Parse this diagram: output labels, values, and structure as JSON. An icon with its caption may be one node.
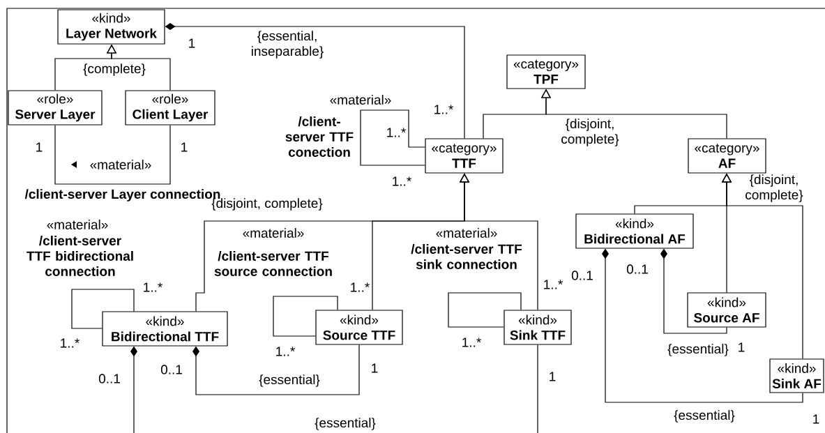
{
  "diagram": {
    "nodes": [
      {
        "text": [
          "«kind»",
          "Layer Network"
        ]
      },
      {
        "text": [
          "«role»",
          "Server Layer"
        ]
      },
      {
        "text": [
          "«role»",
          "Client Layer"
        ]
      },
      {
        "text": [
          "«category»",
          "TPF"
        ]
      },
      {
        "text": [
          "«category»",
          "TTF"
        ]
      },
      {
        "text": [
          "«category»",
          "AF"
        ]
      },
      {
        "text": [
          "«kind»",
          "Bidirectional AF"
        ]
      },
      {
        "text": [
          "«kind»",
          "Bidirectional TTF"
        ]
      },
      {
        "text": [
          "«kind»",
          "Source TTF"
        ]
      },
      {
        "text": [
          "«kind»",
          "Sink TTF"
        ]
      },
      {
        "text": [
          "«kind»",
          "Source AF"
        ]
      },
      {
        "text": [
          "«kind»",
          "Sink AF"
        ]
      }
    ],
    "edges": [
      {
        "from": 4,
        "to": 0,
        "arrow": "other"
      },
      {
        "from": 1,
        "to": 0,
        "arrow": "to"
      },
      {
        "from": 2,
        "to": 0,
        "arrow": "to"
      },
      {
        "from": 1,
        "to": 2,
        "arrow": "none"
      },
      {
        "from": 4,
        "to": 4,
        "arrow": "none"
      },
      {
        "from": 4,
        "to": 3,
        "arrow": "to"
      },
      {
        "from": 5,
        "to": 3,
        "arrow": "to"
      },
      {
        "from": 7,
        "to": 4,
        "arrow": "to"
      },
      {
        "from": 8,
        "to": 4,
        "arrow": "to"
      },
      {
        "from": 9,
        "to": 4,
        "arrow": "to"
      },
      {
        "from": 7,
        "to": 7,
        "arrow": "none"
      },
      {
        "from": 8,
        "to": 8,
        "arrow": "none"
      },
      {
        "from": 9,
        "to": 9,
        "arrow": "none"
      },
      {
        "from": 8,
        "to": 7,
        "arrow": "other"
      },
      {
        "from": 9,
        "to": 7,
        "arrow": "other"
      },
      {
        "from": 6,
        "to": 5,
        "arrow": "to"
      },
      {
        "from": 10,
        "to": 5,
        "arrow": "to"
      },
      {
        "from": 11,
        "to": 5,
        "arrow": "to"
      },
      {
        "from": 10,
        "to": 6,
        "arrow": "other"
      },
      {
        "from": 11,
        "to": 6,
        "arrow": "other"
      }
    ],
    "labels": [
      "{essential, inseparable}",
      "1",
      "{complete}",
      "«material»",
      "1..*",
      "{disjoint, complete}",
      "/client-server TTF conection",
      "1..*",
      "1",
      "1",
      "«material»",
      "1..*",
      "/client-server Layer connection",
      "{disjoint, complete}",
      "{disjoint, complete}",
      "«material»",
      "/client-server TTF bidirectional connection",
      "«material»",
      "/client-server TTF source connection",
      "«material»",
      "/client-server TTF sink connection",
      "1..*",
      "1..*",
      "1..*",
      "0..1",
      "0..1",
      "1..*",
      "1..*",
      "1..*",
      "{essential}",
      "1",
      "0..1",
      "0..1",
      "1",
      "1",
      "{essential}",
      "{essential}",
      "1",
      "{essential}"
    ]
  }
}
